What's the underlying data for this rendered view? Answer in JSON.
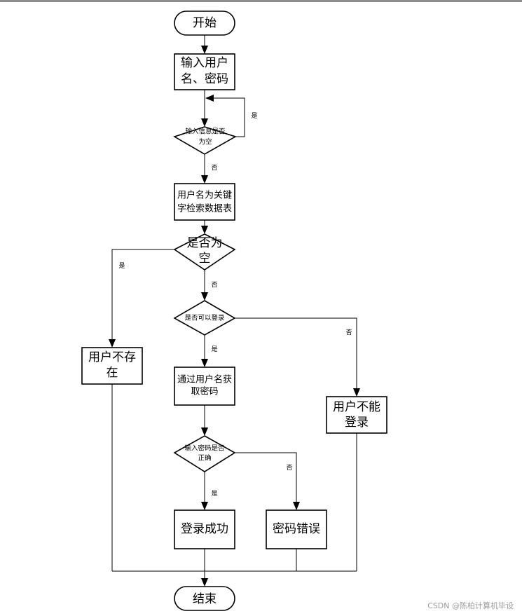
{
  "nodes": {
    "start": "开始",
    "input_line1": "输入用户",
    "input_line2": "名、密码",
    "check_empty_line1": "输入信息是否",
    "check_empty_line2": "为空",
    "search_line1": "用户名为关键",
    "search_line2": "字检索数据表",
    "user_empty_line1": "是否为",
    "user_empty_line2": "空",
    "user_not_exist_line1": "用户不存",
    "user_not_exist_line2": "在",
    "can_login": "是否可以登录",
    "get_password_line1": "通过用户名获",
    "get_password_line2": "取密码",
    "cannot_login_line1": "用户不能",
    "cannot_login_line2": "登录",
    "password_correct_line1": "输入密码是否",
    "password_correct_line2": "正确",
    "login_success": "登录成功",
    "password_error": "密码错误",
    "end": "结束"
  },
  "edges": {
    "loop_yes": "是",
    "empty_no": "否",
    "user_empty_yes": "是",
    "user_empty_no": "否",
    "can_login_yes": "是",
    "can_login_no": "否",
    "password_yes": "是",
    "password_no": "否"
  },
  "watermark": "CSDN @陈柏计算机毕设"
}
